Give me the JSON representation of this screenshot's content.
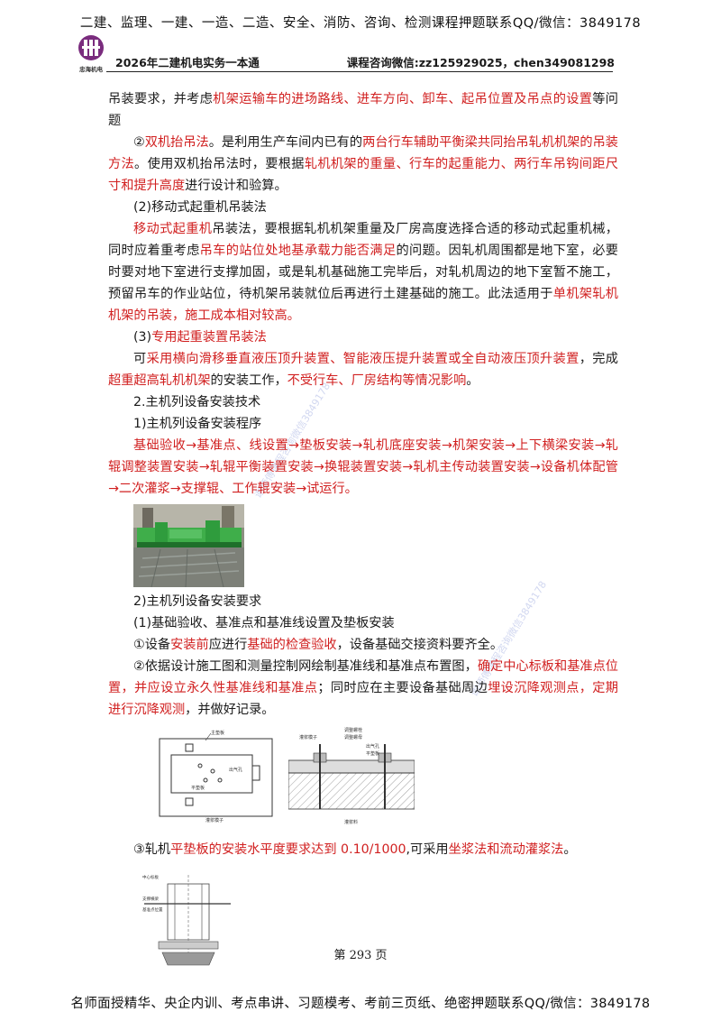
{
  "banner_top": "二建、监理、一建、一造、二造、安全、消防、咨询、检测课程押题联系QQ/微信：3849178",
  "logo_caption": "忠海机电",
  "header": {
    "left": "2026年二建机电实务一本通",
    "right": "课程咨询微信:zz125929025，chen349081298"
  },
  "p1": [
    "吊装要求，并考虑",
    "机架运输车的进场路线、进车方向、卸车、起吊位置及吊点的设置",
    "等问题"
  ],
  "p2": [
    "②",
    "双机抬吊法",
    "。是利用生产车间内已有的",
    "两台行车辅助平衡梁共同抬吊轧机机架的吊装方法",
    "。使用双机抬吊法时，要根据",
    "轧机机架的重量、行车的起重能力、两行车吊钩间距尺寸和提升高度",
    "进行设计和验算。"
  ],
  "p3": "(2)移动式起重机吊装法",
  "p4": [
    "移动式起重机",
    "吊装法，要根据轧机机架重量及厂房高度选择合适的移动式起重机械，同时应着重考虑",
    "吊车的站位处地基承载力能否满足",
    "的问题。因轧机周围都是地下室，必要时要对地下室进行支撑加固，或是轧机基础施工完毕后，对轧机周边的地下室暂不施工，预留吊车的作业站位，待机架吊装就位后再进行土建基础的施工。此法适用于",
    "单机架轧机机架的吊装，施工成本相对较高。"
  ],
  "p5": [
    "(3)",
    "专用起重装置吊装法"
  ],
  "p6": [
    "可",
    "采用横向滑移垂直液压顶升装置、智能液压提升装置或全自动液压顶升装置",
    "，完成",
    "超重超高轧机机架",
    "的安装工作，",
    "不受行车、厂房结构等情况影响",
    "。"
  ],
  "p7": "2.主机列设备安装技术",
  "p8": "1)主机列设备安装程序",
  "p9": "基础验收→基准点、线设置→垫板安装→轧机底座安装→机架安装→上下横梁安装→轧辊调整装置安装→轧辊平衡装置安装→换辊装置安装→轧机主传动装置安装→设备机体配管→二次灌浆→支撑辊、工作辊安装→试运行。",
  "p10": "2)主机列设备安装要求",
  "p11": "(1)基础验收、基准点和基准线设置及垫板安装",
  "p12": [
    "①设备",
    "安装前",
    "应进行",
    "基础的检查验收",
    "，设备基础交接资料要齐全。"
  ],
  "p13": [
    "②依据设计施工图和测量控制网绘制基准线和基准点布置图，",
    "确定中心标板和基准点位置，并应设立永久性基准线和基准点",
    "；同时应在主要设备基础周边",
    "埋设沉降观测点，定期进行沉降观测",
    "，并做好记录。"
  ],
  "p14": [
    "③轧机",
    "平垫板的安装水平度要求达到 0.10/1000",
    ",可采用",
    "坐浆法和流动灌浆法",
    "。"
  ],
  "diagram_left": {
    "label_top": "主垫板",
    "label_mid": "出气孔",
    "label_inner": "平垫板",
    "label_bottom": "灌浆模子"
  },
  "diagram_right": {
    "l1": "调整螺栓",
    "l2": "灌浆模子",
    "l3": "调整螺母",
    "l4": "出气孔",
    "l5": "平垫板",
    "l6": "灌浆料"
  },
  "diagram_small": {
    "l1": "中心标板",
    "l2": "支撑横梁",
    "l3": "基准点位置"
  },
  "page_number": "第 293 页",
  "banner_bottom": "名师面授精华、央企内训、考点串讲、习题模考、考前三页纸、绝密押题联系QQ/微信：3849178"
}
